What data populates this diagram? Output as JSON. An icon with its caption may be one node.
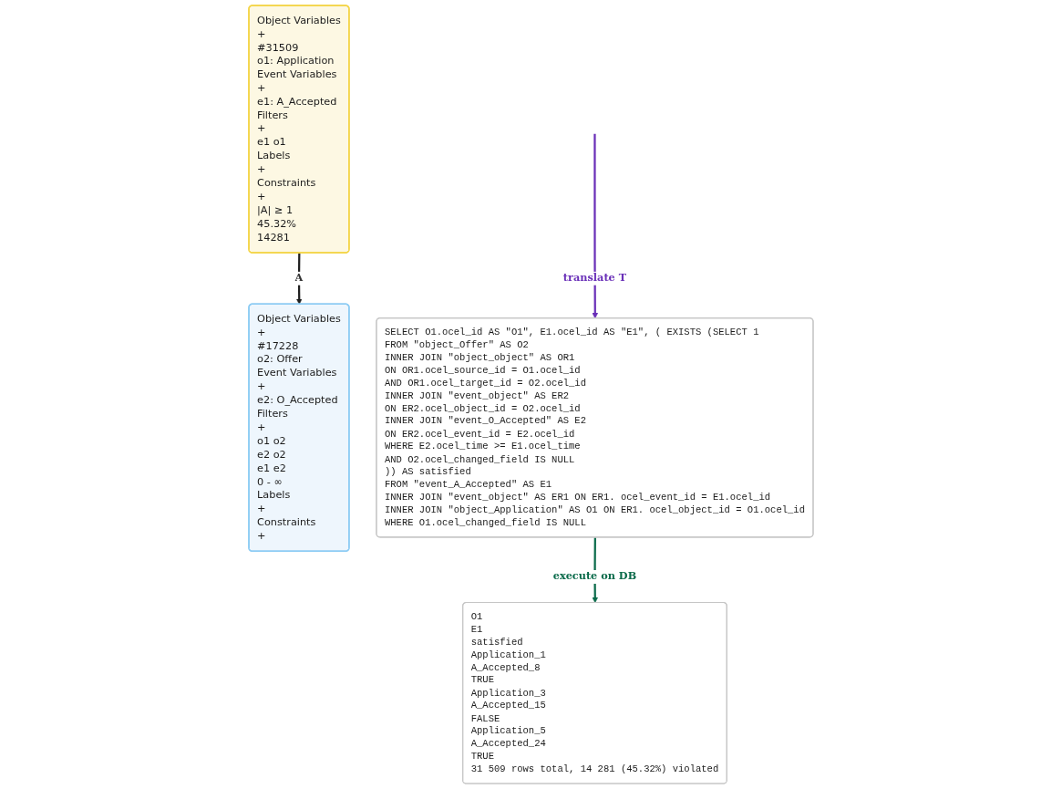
{
  "diagram": {
    "nodes": [
      {
        "text": [
          "Object Variables",
          "+",
          "#31509",
          "o1: Application",
          "Event Variables",
          "+",
          "e1: A_Accepted",
          "Filters",
          "+",
          "e1 o1",
          "Labels",
          "+",
          "Constraints",
          "+",
          "|A| ≥ 1",
          "45.32%",
          "14281"
        ]
      },
      {
        "text": [
          "Object Variables",
          "+",
          "#17228",
          "o2: Offer",
          "Event Variables",
          "+",
          "e2: O_Accepted",
          "Filters",
          "+",
          "o1 o2",
          "e2 o2",
          "e1 e2",
          "0 - ∞",
          "Labels",
          "+",
          "Constraints",
          "+"
        ]
      },
      {
        "text": [
          "SELECT O1.ocel_id AS \"O1\", E1.ocel_id AS \"E1\", ( EXISTS (SELECT 1",
          "FROM \"object_Offer\" AS O2",
          "INNER JOIN \"object_object\" AS OR1",
          "ON OR1.ocel_source_id = O1.ocel_id",
          "AND OR1.ocel_target_id = O2.ocel_id",
          "INNER JOIN \"event_object\" AS ER2",
          "ON ER2.ocel_object_id = O2.ocel_id",
          "INNER JOIN \"event_O_Accepted\" AS E2",
          "ON ER2.ocel_event_id = E2.ocel_id",
          "WHERE E2.ocel_time >= E1.ocel_time",
          "AND O2.ocel_changed_field IS NULL",
          ")) AS satisfied",
          "FROM \"event_A_Accepted\" AS E1",
          "INNER JOIN \"event_object\" AS ER1 ON ER1. ocel_event_id = E1.ocel_id",
          "INNER JOIN \"object_Application\" AS O1 ON ER1. ocel_object_id = O1.ocel_id",
          "WHERE O1.ocel_changed_field IS NULL"
        ]
      },
      {
        "text": [
          "O1",
          "E1",
          "satisfied",
          "Application_1",
          "A_Accepted_8",
          "TRUE",
          "Application_3",
          "A_Accepted_15",
          "FALSE",
          "Application_5",
          "A_Accepted_24",
          "TRUE",
          "31 509 rows total, 14 281 (45.32%) violated"
        ]
      }
    ],
    "edges": [
      {
        "from": 0,
        "to": 1,
        "arrow": "to",
        "label": "A"
      },
      {
        "from": null,
        "to": 2,
        "arrow": "to",
        "label": "translate T",
        "color": "#6a30b8"
      },
      {
        "from": 2,
        "to": 3,
        "arrow": "to",
        "label": "execute on DB",
        "color": "#0b6b4b"
      }
    ]
  }
}
